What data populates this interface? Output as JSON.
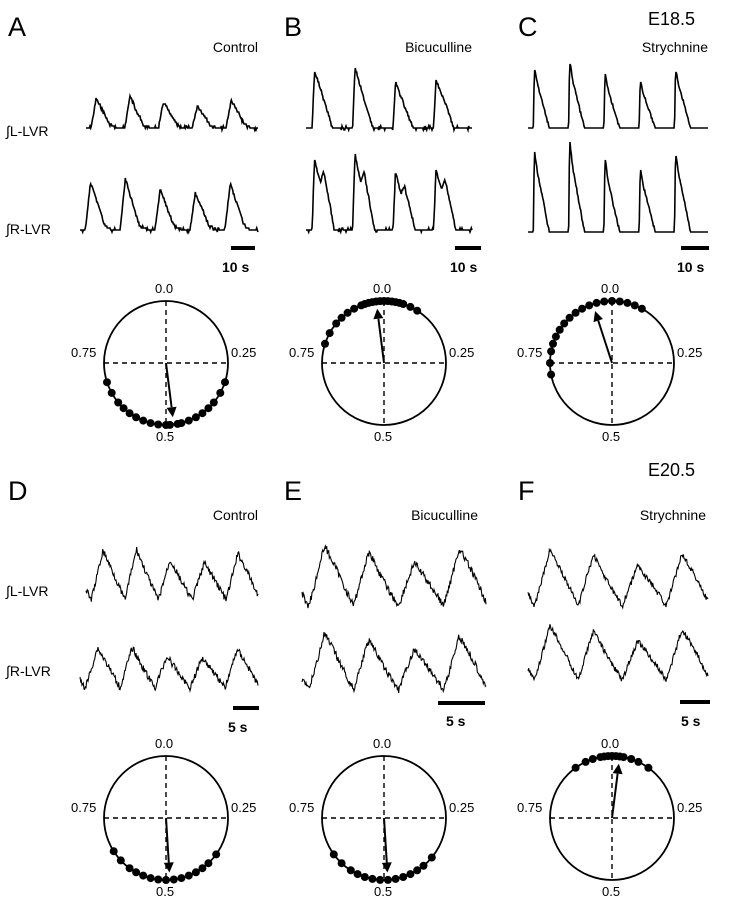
{
  "figure": {
    "rows": [
      {
        "age": "E18.5",
        "panels": [
          {
            "letter": "A",
            "condition": "Control",
            "scale_bar": "10 s",
            "mean_phase": 0.48,
            "phases": [
              0.3,
              0.33,
              0.36,
              0.38,
              0.4,
              0.42,
              0.44,
              0.46,
              0.47,
              0.49,
              0.5,
              0.52,
              0.54,
              0.56,
              0.58,
              0.6,
              0.62,
              0.64,
              0.67,
              0.7
            ]
          },
          {
            "letter": "B",
            "condition": "Bicuculline",
            "scale_bar": "10 s",
            "mean_phase": 0.98,
            "phases": [
              0.8,
              0.83,
              0.86,
              0.88,
              0.9,
              0.92,
              0.94,
              0.95,
              0.96,
              0.97,
              0.98,
              0.99,
              0.0,
              0.01,
              0.02,
              0.03,
              0.04,
              0.05,
              0.07,
              0.09
            ]
          },
          {
            "letter": "C",
            "condition": "Strychnine",
            "scale_bar": "10 s",
            "mean_phase": 0.95,
            "phases": [
              0.72,
              0.75,
              0.78,
              0.8,
              0.82,
              0.84,
              0.86,
              0.88,
              0.9,
              0.92,
              0.94,
              0.96,
              0.98,
              0.0,
              0.02,
              0.04,
              0.06,
              0.08
            ]
          }
        ]
      },
      {
        "age": "E20.5",
        "panels": [
          {
            "letter": "D",
            "condition": "Control",
            "scale_bar": "5 s",
            "mean_phase": 0.49,
            "phases": [
              0.35,
              0.38,
              0.4,
              0.42,
              0.44,
              0.46,
              0.48,
              0.5,
              0.52,
              0.54,
              0.56,
              0.58,
              0.6,
              0.63,
              0.66
            ]
          },
          {
            "letter": "E",
            "condition": "Bicuculline",
            "scale_bar": "5 s",
            "mean_phase": 0.49,
            "phases": [
              0.36,
              0.39,
              0.41,
              0.43,
              0.45,
              0.47,
              0.49,
              0.51,
              0.53,
              0.55,
              0.57,
              0.59,
              0.62,
              0.65
            ]
          },
          {
            "letter": "F",
            "condition": "Strychnine",
            "scale_bar": "5 s",
            "mean_phase": 0.02,
            "phases": [
              0.9,
              0.93,
              0.95,
              0.97,
              0.98,
              0.99,
              0.0,
              0.01,
              0.02,
              0.03,
              0.05,
              0.07,
              0.1
            ]
          }
        ]
      }
    ],
    "trace_labels": [
      "∫L-LVR",
      "∫R-LVR"
    ],
    "circle_labels": {
      "top": "0.0",
      "right": "0.25",
      "bottom": "0.5",
      "left": "0.75"
    }
  }
}
